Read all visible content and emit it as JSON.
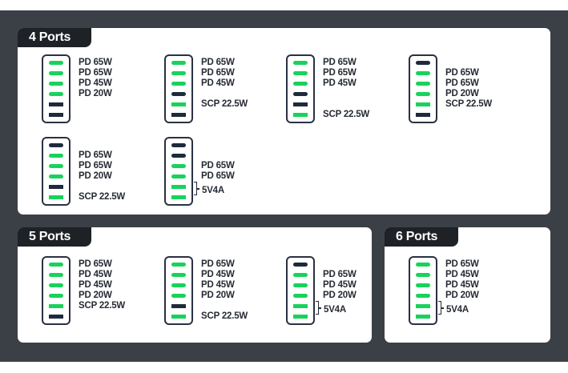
{
  "colors": {
    "active": "#19d25c",
    "inactive": "#1f2a3c",
    "background": "#3b3f46",
    "tab": "#1e2126"
  },
  "groups": [
    {
      "title": "4 Ports",
      "devices": [
        {
          "slots": [
            {
              "type": "c",
              "active": true,
              "label": "PD 65W"
            },
            {
              "type": "c",
              "active": true,
              "label": "PD 65W"
            },
            {
              "type": "c",
              "active": true,
              "label": "PD 45W"
            },
            {
              "type": "c",
              "active": true,
              "label": "PD 20W"
            },
            {
              "type": "a",
              "active": false
            },
            {
              "type": "a",
              "active": false
            }
          ]
        },
        {
          "slots": [
            {
              "type": "c",
              "active": true,
              "label": "PD 65W"
            },
            {
              "type": "c",
              "active": true,
              "label": "PD 65W"
            },
            {
              "type": "c",
              "active": true,
              "label": "PD 45W"
            },
            {
              "type": "c",
              "active": false
            },
            {
              "type": "a",
              "active": true,
              "label": "SCP 22.5W"
            },
            {
              "type": "a",
              "active": false
            }
          ]
        },
        {
          "slots": [
            {
              "type": "c",
              "active": true,
              "label": "PD 65W"
            },
            {
              "type": "c",
              "active": true,
              "label": "PD 65W"
            },
            {
              "type": "c",
              "active": true,
              "label": "PD 45W"
            },
            {
              "type": "c",
              "active": false
            },
            {
              "type": "a",
              "active": false
            },
            {
              "type": "a",
              "active": true,
              "label": "SCP 22.5W"
            }
          ]
        },
        {
          "slots": [
            {
              "type": "c",
              "active": false
            },
            {
              "type": "c",
              "active": true,
              "label": "PD 65W"
            },
            {
              "type": "c",
              "active": true,
              "label": "PD 65W"
            },
            {
              "type": "c",
              "active": true,
              "label": "PD 20W"
            },
            {
              "type": "a",
              "active": true,
              "label": "SCP 22.5W"
            },
            {
              "type": "a",
              "active": false
            }
          ]
        },
        {
          "slots": [
            {
              "type": "c",
              "active": false
            },
            {
              "type": "c",
              "active": true,
              "label": "PD 65W"
            },
            {
              "type": "c",
              "active": true,
              "label": "PD 65W"
            },
            {
              "type": "c",
              "active": true,
              "label": "PD 20W"
            },
            {
              "type": "a",
              "active": false
            },
            {
              "type": "a",
              "active": true,
              "label": "SCP 22.5W"
            }
          ]
        },
        {
          "slots": [
            {
              "type": "c",
              "active": false
            },
            {
              "type": "c",
              "active": false
            },
            {
              "type": "c",
              "active": true,
              "label": "PD 65W"
            },
            {
              "type": "c",
              "active": true,
              "label": "PD 65W"
            },
            {
              "type": "a",
              "active": true
            },
            {
              "type": "a",
              "active": true
            }
          ],
          "shared_label": "5V4A"
        }
      ]
    },
    {
      "title": "5 Ports",
      "devices": [
        {
          "slots": [
            {
              "type": "c",
              "active": true,
              "label": "PD 65W"
            },
            {
              "type": "c",
              "active": true,
              "label": "PD 45W"
            },
            {
              "type": "c",
              "active": true,
              "label": "PD 45W"
            },
            {
              "type": "c",
              "active": true,
              "label": "PD 20W"
            },
            {
              "type": "a",
              "active": true,
              "label": "SCP 22.5W"
            },
            {
              "type": "a",
              "active": false
            }
          ]
        },
        {
          "slots": [
            {
              "type": "c",
              "active": true,
              "label": "PD 65W"
            },
            {
              "type": "c",
              "active": true,
              "label": "PD 45W"
            },
            {
              "type": "c",
              "active": true,
              "label": "PD 45W"
            },
            {
              "type": "c",
              "active": true,
              "label": "PD 20W"
            },
            {
              "type": "a",
              "active": false
            },
            {
              "type": "a",
              "active": true,
              "label": "SCP 22.5W"
            }
          ]
        },
        {
          "slots": [
            {
              "type": "c",
              "active": false
            },
            {
              "type": "c",
              "active": true,
              "label": "PD 65W"
            },
            {
              "type": "c",
              "active": true,
              "label": "PD 45W"
            },
            {
              "type": "c",
              "active": true,
              "label": "PD 20W"
            },
            {
              "type": "a",
              "active": true
            },
            {
              "type": "a",
              "active": true
            }
          ],
          "shared_label": "5V4A"
        }
      ]
    },
    {
      "title": "6 Ports",
      "devices": [
        {
          "slots": [
            {
              "type": "c",
              "active": true,
              "label": "PD 65W"
            },
            {
              "type": "c",
              "active": true,
              "label": "PD 45W"
            },
            {
              "type": "c",
              "active": true,
              "label": "PD 45W"
            },
            {
              "type": "c",
              "active": true,
              "label": "PD 20W"
            },
            {
              "type": "a",
              "active": true
            },
            {
              "type": "a",
              "active": true
            }
          ],
          "shared_label": "5V4A"
        }
      ]
    }
  ]
}
